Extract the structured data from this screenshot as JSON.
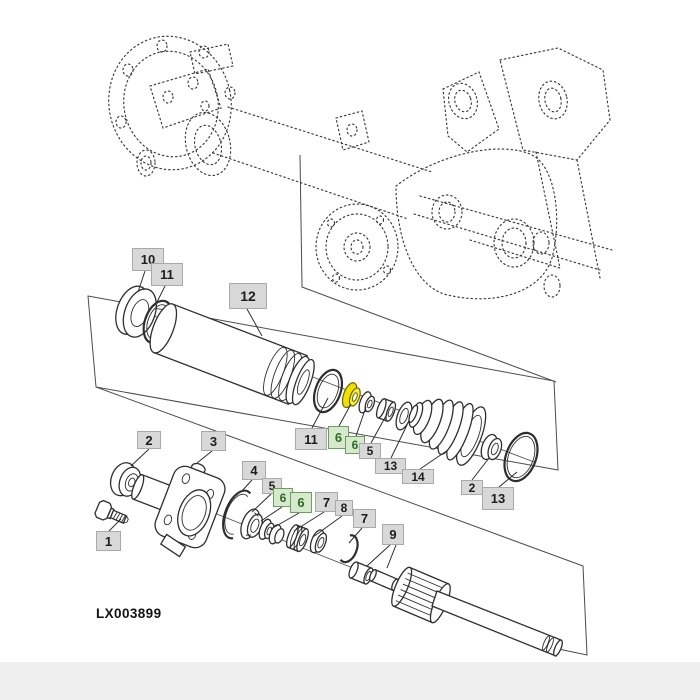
{
  "diagram": {
    "type": "exploded-parts-diagram",
    "image_code": "LX003899",
    "highlight": {
      "selected_part_number": "6",
      "selected_part_color": "#f0e000",
      "selected_label_bg": "#d7e9cc",
      "selected_label_border": "#69a15c",
      "selected_label_text": "#2f6b28"
    },
    "colors": {
      "label_bg": "#d8d8d8",
      "label_border": "#a9a9a9",
      "label_text": "#1d1d1d",
      "line": "#2e2e2e",
      "background": "#ffffff",
      "footer_strip": "#efefef"
    },
    "part_labels": [
      {
        "text": "10",
        "variant": "default"
      },
      {
        "text": "11",
        "variant": "default"
      },
      {
        "text": "12",
        "variant": "default"
      },
      {
        "text": "11",
        "variant": "default"
      },
      {
        "text": "6",
        "variant": "highlight"
      },
      {
        "text": "6",
        "variant": "highlight"
      },
      {
        "text": "5",
        "variant": "default"
      },
      {
        "text": "13",
        "variant": "default"
      },
      {
        "text": "14",
        "variant": "default"
      },
      {
        "text": "2",
        "variant": "default"
      },
      {
        "text": "13",
        "variant": "default"
      },
      {
        "text": "2",
        "variant": "default"
      },
      {
        "text": "3",
        "variant": "default"
      },
      {
        "text": "4",
        "variant": "default"
      },
      {
        "text": "5",
        "variant": "default"
      },
      {
        "text": "6",
        "variant": "highlight"
      },
      {
        "text": "6",
        "variant": "highlight"
      },
      {
        "text": "7",
        "variant": "default"
      },
      {
        "text": "8",
        "variant": "default"
      },
      {
        "text": "7",
        "variant": "default"
      },
      {
        "text": "9",
        "variant": "default"
      },
      {
        "text": "1",
        "variant": "default"
      }
    ]
  }
}
